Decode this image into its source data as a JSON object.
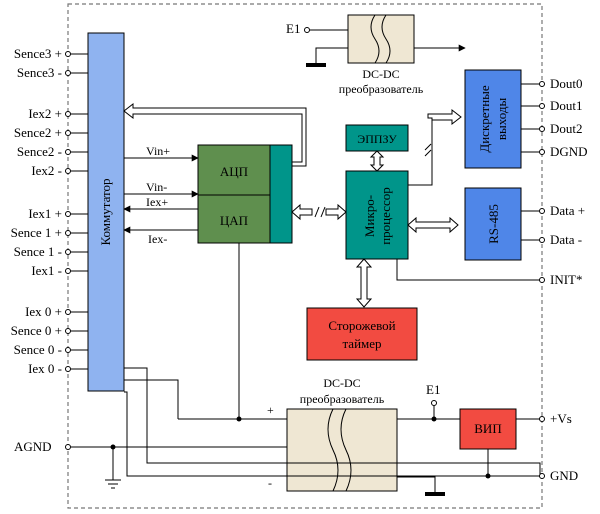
{
  "colors": {
    "commutator": "#8fb3f0",
    "green": "#5f8f4e",
    "teal": "#00958a",
    "red": "#f24b41",
    "blue": "#4f86e8",
    "dcdc": "#efe7d3"
  },
  "blocks": {
    "commutator": "Коммутатор",
    "adc": "АЦП",
    "dac": "ЦАП",
    "eeprom": "ЭППЗУ",
    "cpu_line1": "Микро-",
    "cpu_line2": "процессор",
    "watchdog_line1": "Сторожевой",
    "watchdog_line2": "таймер",
    "discrete_line1": "Дискретные",
    "discrete_line2": "выходы",
    "rs485": "RS-485",
    "vip": "ВИП"
  },
  "dcdc_top": {
    "line1": "DC-DC",
    "line2": "преобразователь",
    "e1": "E1"
  },
  "dcdc_bottom": {
    "line1": "DC-DC",
    "line2": "преобразователь",
    "e1": "E1",
    "plus": "+",
    "minus": "-"
  },
  "left_pins": [
    "Sence3 +",
    "Sence3 -",
    "Iex2 +",
    "Sence2 +",
    "Sence2 -",
    "Iex2 -",
    "Iex1 +",
    "Sence 1 +",
    "Sence 1 -",
    "Iex1 -",
    "Iex 0 +",
    "Sence 0 +",
    "Sence 0 -",
    "Iex 0 -"
  ],
  "agnd": "AGND",
  "right_pins": [
    "Dout0",
    "Dout1",
    "Dout2",
    "DGND",
    "Data +",
    "Data -",
    "INIT*",
    "+Vs",
    "GND"
  ],
  "signals": {
    "vin_plus": "Vin+",
    "vin_minus": "Vin-",
    "iex_plus": "Iex+",
    "iex_minus": "Iex-"
  }
}
